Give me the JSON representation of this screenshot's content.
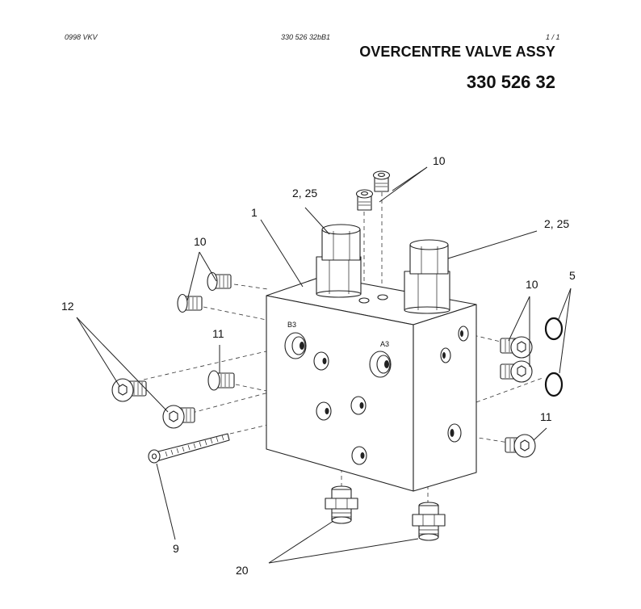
{
  "header": {
    "left": "0998  VKV",
    "middle": "330 526 32bB1",
    "right": "1 / 1"
  },
  "title": "OVERCENTRE VALVE ASSY",
  "part_number": "330 526 32",
  "port_labels": {
    "b3": "B3",
    "a3": "A3"
  },
  "callouts": {
    "c1": "1",
    "c2_25_top": "2, 25",
    "c2_25_right": "2, 25",
    "c5": "5",
    "c9": "9",
    "c10_top": "10",
    "c10_left": "10",
    "c10_right": "10",
    "c11_left": "11",
    "c11_right": "11",
    "c12": "12",
    "c20": "20"
  }
}
